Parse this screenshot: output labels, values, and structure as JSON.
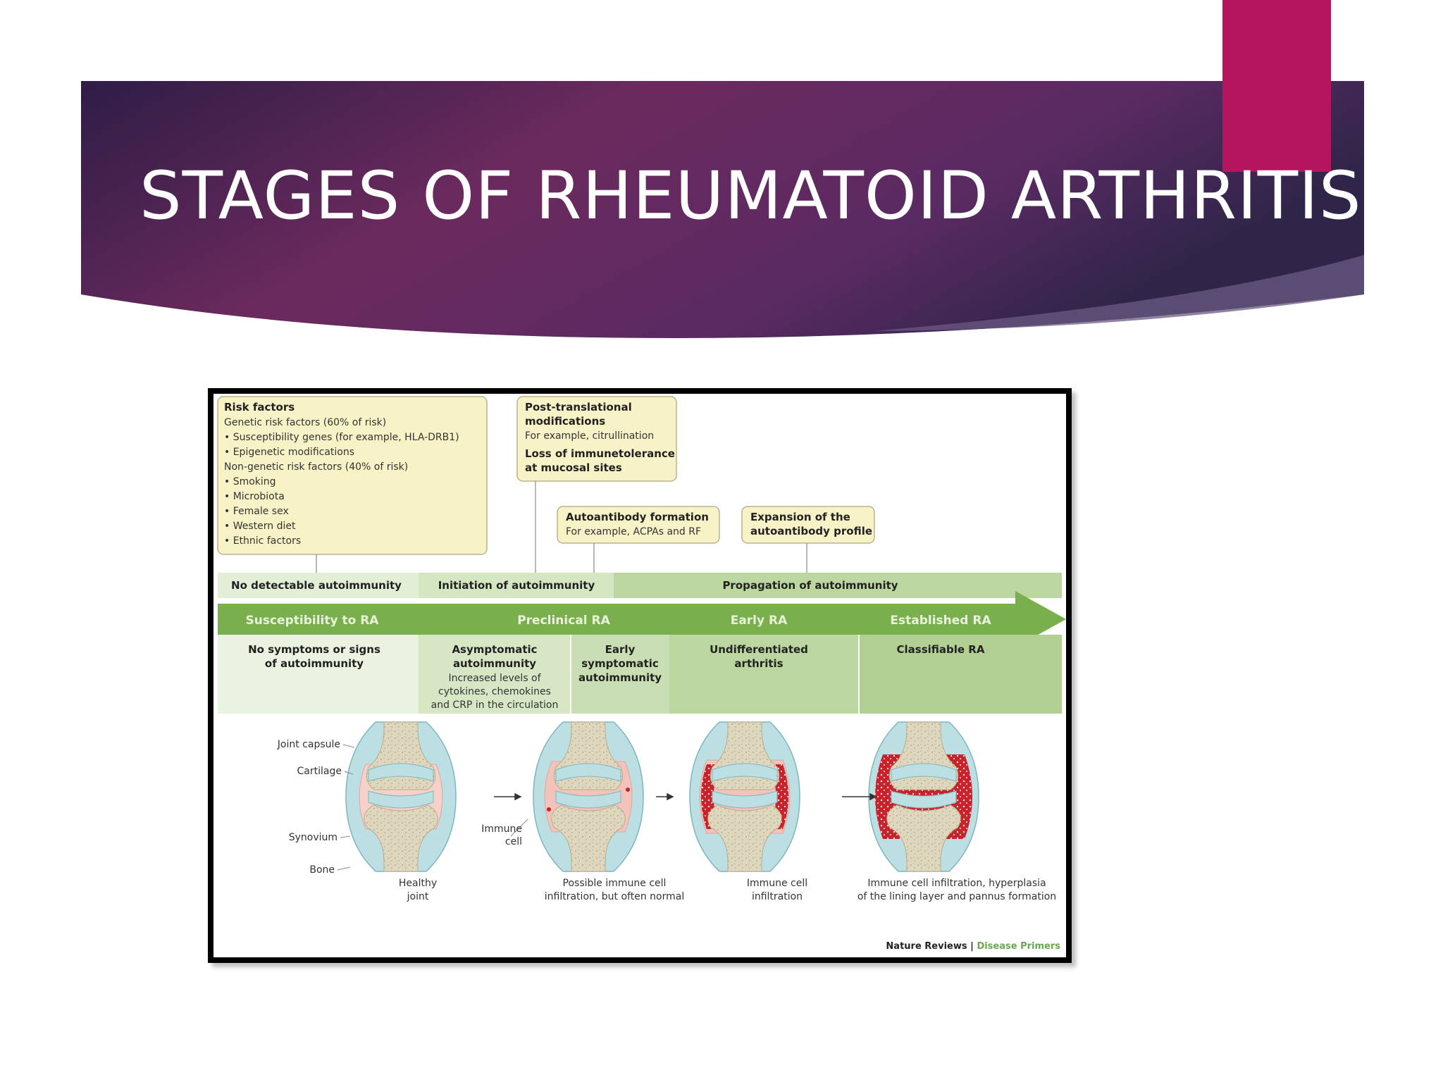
{
  "slide": {
    "title": "STAGES OF RHEUMATOID ARTHRITIS"
  },
  "colors": {
    "banner_dark": "#3a2350",
    "banner_mid": "#6b2a5e",
    "accent": "#b5145f",
    "box_fill": "#f8f3c7",
    "box_stroke": "#b9b48a",
    "band_light": "#e3eed6",
    "band_mid": "#cfe2b9",
    "band_dark": "#bcd69f",
    "arrow_green": "#79b04d",
    "cartilage": "#bcdfe3",
    "bone": "#ded6bd",
    "synovium": "#f6d0c9",
    "inflamed": "#c8232c"
  },
  "figure": {
    "boxes": {
      "risk": {
        "title": "Risk factors",
        "lines": [
          "Genetic risk factors (60% of risk)",
          "• Susceptibility genes (for example, HLA-DRB1)",
          "• Epigenetic modifications",
          "Non-genetic risk factors (40% of risk)",
          "• Smoking",
          "• Microbiota",
          "• Female sex",
          "• Western diet",
          "• Ethnic factors"
        ]
      },
      "ptm": {
        "title1": "Post-translational",
        "title2": "modifications",
        "sub": "For example, citrullination",
        "bold1": "Loss of immunetolerance",
        "bold2": "at mucosal sites"
      },
      "autoab": {
        "title": "Autoantibody formation",
        "sub": "For example, ACPAs and RF"
      },
      "expansion": {
        "line1": "Expansion of the",
        "line2": "autoantibody profile"
      }
    },
    "autoimmunity_band": [
      "No detectable autoimmunity",
      "Initiation of autoimmunity",
      "Propagation of autoimmunity"
    ],
    "stages": [
      "Susceptibility to RA",
      "Preclinical RA",
      "Early RA",
      "Established RA"
    ],
    "descriptions": {
      "d1": [
        "No symptoms or signs",
        "of autoimmunity"
      ],
      "d2_bold": [
        "Asymptomatic",
        "autoimmunity"
      ],
      "d2": [
        "Increased levels of",
        "cytokines, chemokines",
        "and CRP in the circulation"
      ],
      "d3": [
        "Early",
        "symptomatic",
        "autoimmunity"
      ],
      "d4": [
        "Undifferentiated",
        "arthritis"
      ],
      "d5": [
        "Classifiable RA"
      ]
    },
    "joint_labels": {
      "capsule": "Joint capsule",
      "cartilage": "Cartilage",
      "synovium": "Synovium",
      "bone": "Bone",
      "immune": [
        "Immune",
        "cell"
      ]
    },
    "captions": {
      "c1": [
        "Healthy",
        "joint"
      ],
      "c2": [
        "Possible immune cell",
        "infiltration, but often normal"
      ],
      "c3": [
        "Immune cell",
        "infiltration"
      ],
      "c4": [
        "Immune cell infiltration, hyperplasia",
        "of the lining layer and pannus formation"
      ]
    },
    "credit": {
      "journal": "Nature Reviews",
      "separator": " | ",
      "series": "Disease Primers"
    }
  }
}
